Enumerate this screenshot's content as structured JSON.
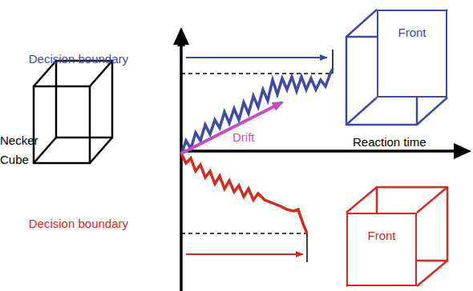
{
  "diagram": {
    "nodes": [
      {
        "text": [
          "Front"
        ]
      },
      {
        "text": [
          "Front"
        ]
      }
    ],
    "labels": [
      "Decision boundary",
      "Drift",
      "Reaction time",
      "Necker Cube",
      "Decision boundary"
    ]
  }
}
